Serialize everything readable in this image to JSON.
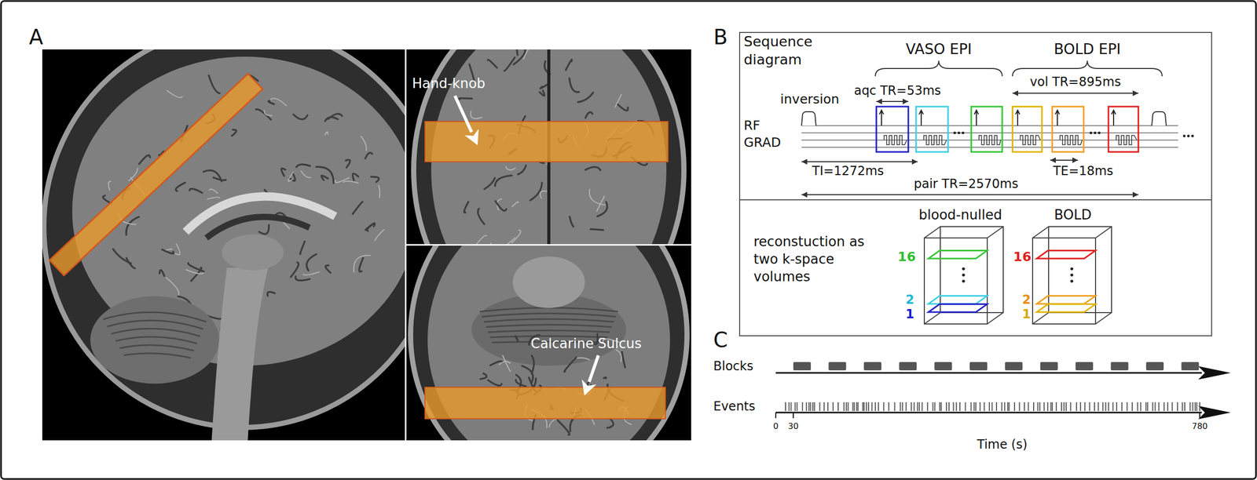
{
  "diagram": {
    "nodes": [
      {
        "text": [
          "Sequence diagram",
          "VASO EPI",
          "BOLD EPI",
          "aqc TR=53ms",
          "vol TR=895ms",
          "inversion",
          "RF",
          "GRAD",
          "TI=1272ms",
          "TE=18ms",
          "pair TR=2570ms"
        ]
      },
      {
        "text": [
          "reconstuction as two k-space volumes",
          "blood-nulled",
          "BOLD",
          "16",
          "2",
          "1",
          "16",
          "2",
          "1"
        ]
      }
    ],
    "labels": [
      "A",
      "Hand-knob",
      "Calcarine Sulcus",
      "B",
      "C",
      "Blocks",
      "Events",
      "0",
      "30",
      "780",
      "Time (s)"
    ]
  }
}
